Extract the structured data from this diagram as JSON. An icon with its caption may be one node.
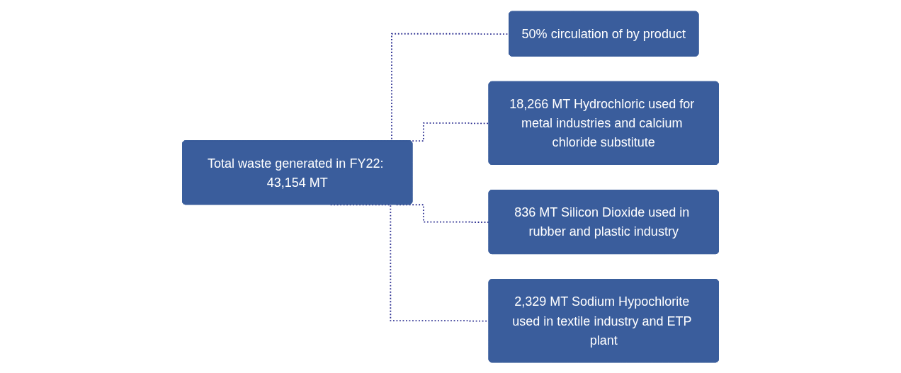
{
  "diagram": {
    "nodes": [
      {
        "text": [
          "Total waste generated in FY22: 43,154 MT"
        ]
      },
      {
        "text": [
          "50% circulation of by product"
        ]
      },
      {
        "text": [
          "18,266 MT Hydrochloric used for metal industries and calcium chloride substitute"
        ]
      },
      {
        "text": [
          "836 MT Silicon Dioxide used in rubber and plastic industry"
        ]
      },
      {
        "text": [
          "2,329 MT Sodium Hypochlorite used in textile industry and ETP plant"
        ]
      }
    ],
    "edges": [
      {
        "from": 0,
        "to": 1,
        "arrow": "none",
        "style": "dashed"
      },
      {
        "from": 0,
        "to": 2,
        "arrow": "none",
        "style": "dashed"
      },
      {
        "from": 0,
        "to": 3,
        "arrow": "none",
        "style": "dashed"
      },
      {
        "from": 0,
        "to": 4,
        "arrow": "none",
        "style": "dashed"
      }
    ]
  }
}
